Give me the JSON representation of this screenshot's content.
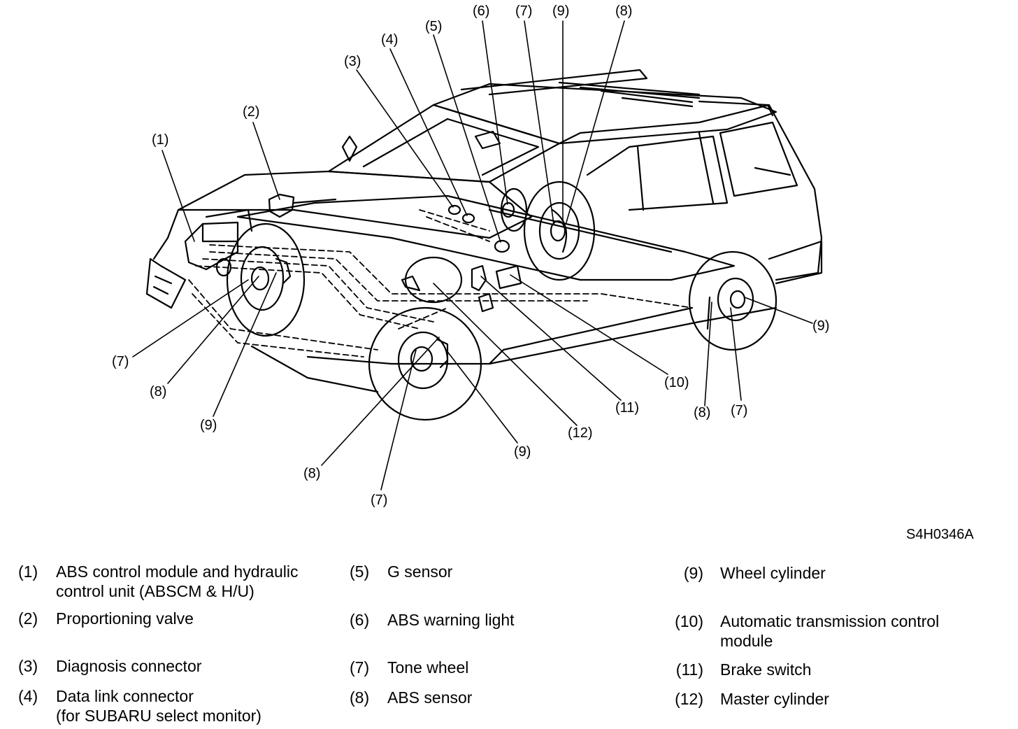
{
  "figure_code": "S4H0346A",
  "callouts": {
    "c1": "(1)",
    "c2": "(2)",
    "c3": "(3)",
    "c4": "(4)",
    "c5": "(5)",
    "c6": "(6)",
    "c7_top": "(7)",
    "c9_top": "(9)",
    "c8_top": "(8)",
    "c7_left": "(7)",
    "c8_left": "(8)",
    "c9_left": "(9)",
    "c8_bottom": "(8)",
    "c7_bottom": "(7)",
    "c9_mid": "(9)",
    "c12": "(12)",
    "c11": "(11)",
    "c10": "(10)",
    "c8_rear": "(8)",
    "c7_rear": "(7)",
    "c9_rear": "(9)"
  },
  "legend": [
    {
      "num": "(1)",
      "text": "ABS control module and hydraulic\ncontrol unit (ABSCM & H/U)"
    },
    {
      "num": "(2)",
      "text": "Proportioning valve"
    },
    {
      "num": "(3)",
      "text": "Diagnosis connector"
    },
    {
      "num": "(4)",
      "text": "Data link connector\n(for SUBARU select monitor)"
    },
    {
      "num": "(5)",
      "text": "G sensor"
    },
    {
      "num": "(6)",
      "text": "ABS warning light"
    },
    {
      "num": "(7)",
      "text": "Tone wheel"
    },
    {
      "num": "(8)",
      "text": "ABS sensor"
    },
    {
      "num": "(9)",
      "text": "Wheel cylinder"
    },
    {
      "num": "(10)",
      "text": "Automatic transmission control\nmodule"
    },
    {
      "num": "(11)",
      "text": "Brake switch"
    },
    {
      "num": "(12)",
      "text": "Master cylinder"
    }
  ]
}
